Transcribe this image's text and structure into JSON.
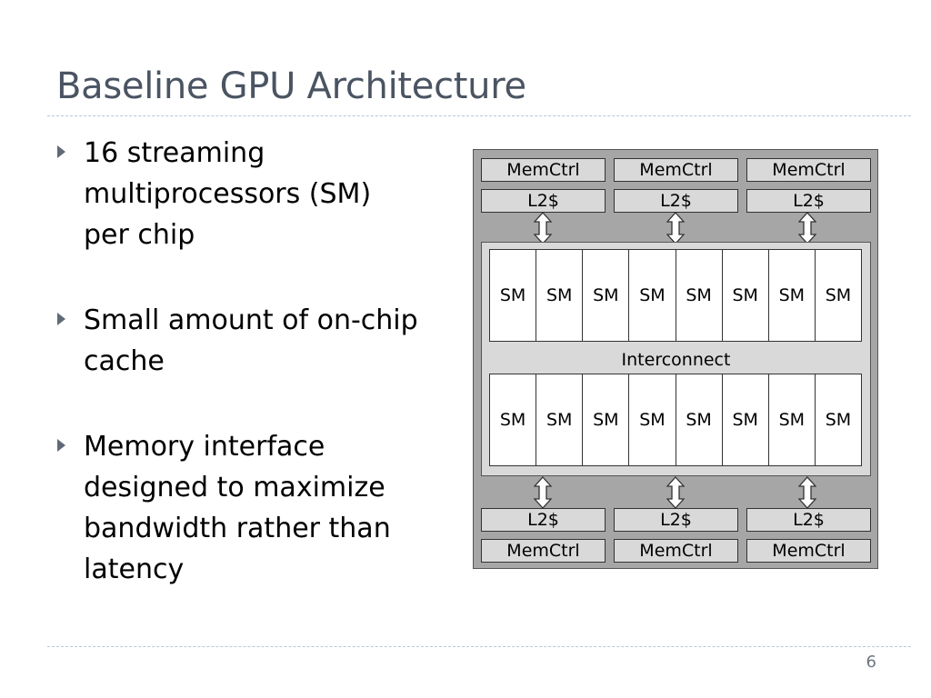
{
  "slide": {
    "title": "Baseline GPU Architecture",
    "page_number": "6"
  },
  "bullets": [
    {
      "text": "16 streaming\nmultiprocessors (SM)\nper chip"
    },
    {
      "text": "Small amount of on-chip\ncache"
    },
    {
      "text": "Memory interface\ndesigned to maximize\nbandwidth rather than\nlatency"
    }
  ],
  "diagram": {
    "memctrl_label": "MemCtrl",
    "l2_label": "L2$",
    "sm_label": "SM",
    "interconnect_label": "Interconnect",
    "top_memctrl": [
      "MemCtrl",
      "MemCtrl",
      "MemCtrl"
    ],
    "top_l2": [
      "L2$",
      "L2$",
      "L2$"
    ],
    "sm_row_top": [
      "SM",
      "SM",
      "SM",
      "SM",
      "SM",
      "SM",
      "SM",
      "SM"
    ],
    "sm_row_bottom": [
      "SM",
      "SM",
      "SM",
      "SM",
      "SM",
      "SM",
      "SM",
      "SM"
    ],
    "bottom_l2": [
      "L2$",
      "L2$",
      "L2$"
    ],
    "bottom_memctrl": [
      "MemCtrl",
      "MemCtrl",
      "MemCtrl"
    ],
    "colors": {
      "background": "#a6a6a6",
      "box_fill": "#d9d9d9",
      "sm_fill": "#ffffff"
    }
  },
  "colors": {
    "title": "#4a5462",
    "bullet_marker": "#606a78",
    "rule": "#b8c8d4"
  }
}
